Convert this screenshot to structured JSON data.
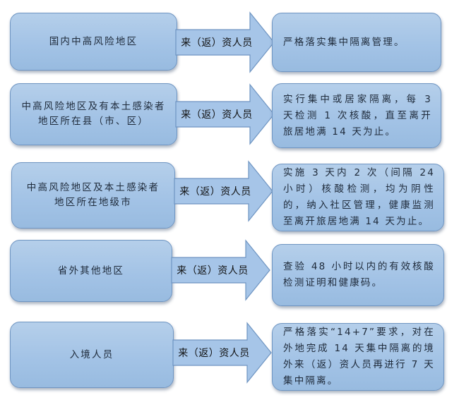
{
  "rows": [
    {
      "source": "国内中高风险地区",
      "connector": "来（返）资人员",
      "policy": "严格落实集中隔离管理。"
    },
    {
      "source": "中高风险地区及有本土感染者地区所在县（市、区）",
      "connector": "来（返）资人员",
      "policy": "实行集中或居家隔离，每 3 天检测 1 次核酸，直至离开旅居地满 14 天为止。"
    },
    {
      "source": "中高风险地区及本土感染者地区所在地级市",
      "connector": "来（返）资人员",
      "policy": "实施 3 天内 2 次（间隔 24 小时）核酸检测，均为阴性的，纳入社区管理，健康监测至离开旅居地满 14 天为止。"
    },
    {
      "source": "省外其他地区",
      "connector": "来（返）资人员",
      "policy": "查验 48 小时以内的有效核酸检测证明和健康码。"
    },
    {
      "source": "入境人员",
      "connector": "来（返）资人员",
      "policy": "严格落实“14+7”要求，对在外地完成 14 天集中隔离的境外来（返）资人员再进行 7 天集中隔离。"
    }
  ],
  "colors": {
    "box_fill": "#a3c3e6",
    "box_border": "#6f95c2",
    "arrow_fill": "#a6c5e8",
    "arrow_border": "#6f95c2",
    "text": "#1e2a3a"
  }
}
